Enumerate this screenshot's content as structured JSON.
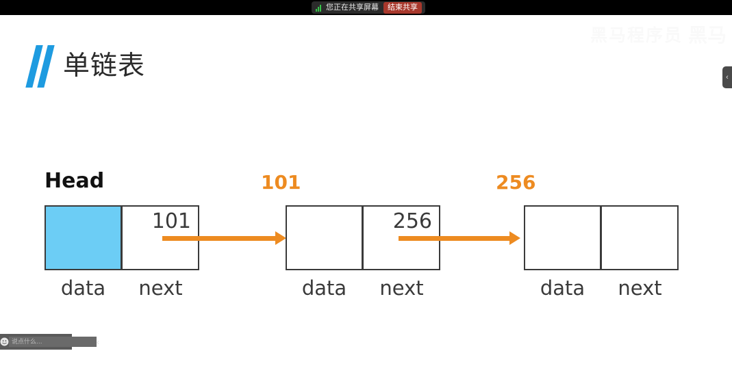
{
  "topbar": {
    "share_status_text": "您正在共享屏幕",
    "stop_share_label": "结束共享",
    "signal_icon": "signal-bars-icon",
    "bar_color": "#000000",
    "pill_color": "#2b2b2b",
    "stop_button_color": "#a8382c"
  },
  "slide": {
    "title": "单链表",
    "accent_color": "#1E9BE0",
    "watermark_text": "黑马程序员",
    "watermark_mark": "黑马"
  },
  "diagram": {
    "type": "linked-list",
    "arrow_color": "#ED8B21",
    "filled_cell_color": "#6CCDF5",
    "border_color": "#3a3a3a",
    "head_label": "Head",
    "cell_labels": {
      "data": "data",
      "next": "next"
    },
    "nodes": [
      {
        "pointer_label": "Head",
        "address_label": "",
        "data_value": "",
        "data_filled": true,
        "next_value": "101"
      },
      {
        "pointer_label": "",
        "address_label": "101",
        "data_value": "",
        "data_filled": false,
        "next_value": "256"
      },
      {
        "pointer_label": "",
        "address_label": "256",
        "data_value": "",
        "data_filled": false,
        "next_value": ""
      }
    ]
  },
  "chatbar": {
    "emoji_icon": "smiley-icon",
    "input_placeholder": "说点什么...",
    "input_value": "",
    "collapse_icon": "chevron-left-icon",
    "collapse_label": "‹"
  },
  "side_tab": {
    "icon": "chevron-left-icon",
    "label": "‹"
  }
}
